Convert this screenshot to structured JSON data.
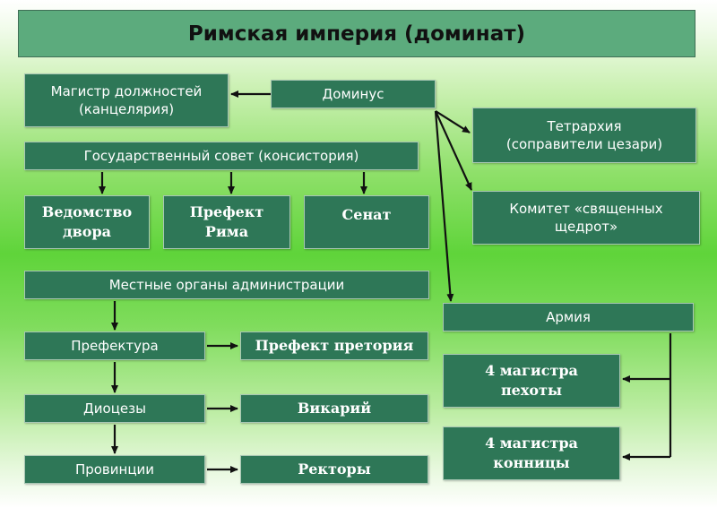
{
  "title": "Римская империя (доминат)",
  "nodes": {
    "magistr": "Магистр должностей\n(канцелярия)",
    "dominus": "Доминус",
    "tetrarchy": "Тетрархия\n(соправители цезари)",
    "council": "Государственный совет (консистория)",
    "court": "Ведомство\nдвора",
    "prefect_rome": "Префект\nРима",
    "senate": "Сенат",
    "committee": "Комитет «священных\nщедрот»",
    "local": "Местные органы администрации",
    "army": "Армия",
    "prefecture": "Префектура",
    "praetorian": "Префект претория",
    "infantry": "4 магистра\nпехоты",
    "dioceses": "Диоцезы",
    "vicar": "Викарий",
    "cavalry": "4 магистра\nконницы",
    "provinces": "Провинции",
    "rectors": "Ректоры"
  }
}
